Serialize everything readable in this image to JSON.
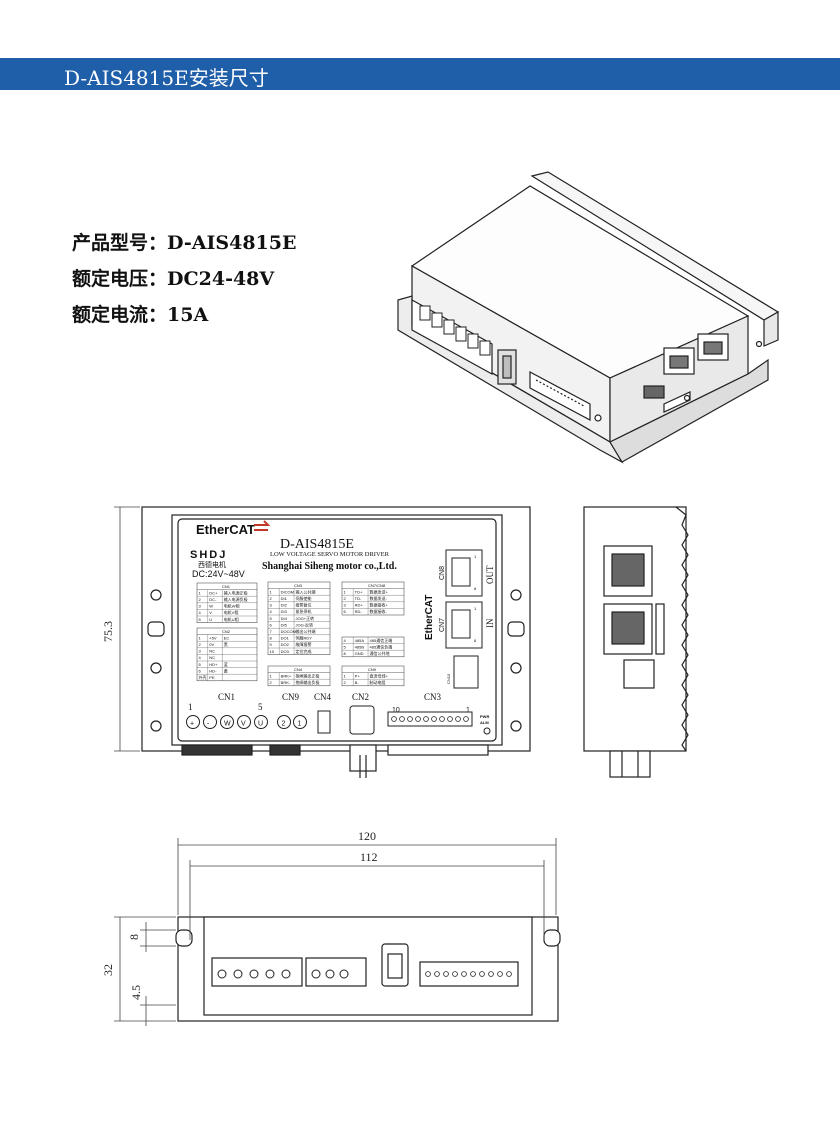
{
  "header": {
    "title": "D-AIS4815E安装尺寸"
  },
  "specs": [
    {
      "label": "产品型号",
      "value": "D-AIS4815E"
    },
    {
      "label": "额定电压",
      "value": "DC24-48V"
    },
    {
      "label": "额定电流",
      "value": "15A"
    }
  ],
  "front_panel": {
    "brand": "EtherCAT",
    "model": "D-AIS4815E",
    "logo": "SHDJ",
    "logo_cn": "西德电机",
    "voltage": "DC:24V~48V",
    "subtitle": "LOW VOLTAGE SERVO MOTOR DRIVER",
    "company": "Shanghai Siheng motor co.,Ltd.",
    "side_brand": "EtherCAT",
    "cn1_title": "CN1",
    "cn1_rows": [
      [
        "1",
        "DC+",
        "输入电源正极"
      ],
      [
        "2",
        "DC-",
        "输入电源负极"
      ],
      [
        "3",
        "W",
        "电机W相"
      ],
      [
        "4",
        "V",
        "电机V相"
      ],
      [
        "5",
        "U",
        "电机U相"
      ]
    ],
    "cn2_title": "CN2",
    "cn2_rows": [
      [
        "1",
        "+5V",
        "EC"
      ],
      [
        "2",
        "0V",
        "黑"
      ],
      [
        "3",
        "NC",
        ""
      ],
      [
        "4",
        "NC",
        ""
      ],
      [
        "5",
        "HD+",
        "蓝"
      ],
      [
        "6",
        "HD-",
        "黄"
      ],
      [
        "外壳",
        "PE",
        ""
      ]
    ],
    "cn3_title": "CN3",
    "cn3_rows": [
      [
        "1",
        "DICOM",
        "输入公共端"
      ],
      [
        "2",
        "DI1",
        "伺服使能"
      ],
      [
        "3",
        "DI2",
        "报警复位"
      ],
      [
        "4",
        "DI3",
        "紧急停机"
      ],
      [
        "5",
        "DI4",
        "JOG+正转"
      ],
      [
        "6",
        "DI5",
        "JOG-反转"
      ],
      [
        "7",
        "DOCOM",
        "输出公共端"
      ],
      [
        "8",
        "DO1",
        "伺服RDY"
      ],
      [
        "9",
        "DO2",
        "故障报警"
      ],
      [
        "10",
        "DO3",
        "定位完成"
      ]
    ],
    "cn4_title": "CN4",
    "cn4_rows": [
      [
        "1",
        "BRK+",
        "抱闸输出正极"
      ],
      [
        "2",
        "BRK-",
        "抱闸输出负极"
      ]
    ],
    "cn78_title": "CN7/CN8",
    "cn78_rows": [
      [
        "1",
        "TD+",
        "数据发送+"
      ],
      [
        "2",
        "TD-",
        "数据发送-"
      ],
      [
        "3",
        "RD+",
        "数据接收+"
      ],
      [
        "6",
        "RD-",
        "数据接收-"
      ]
    ],
    "rs485_rows": [
      [
        "4",
        "485A",
        "485通信正端"
      ],
      [
        "5",
        "485B",
        "485通信负端"
      ],
      [
        "8",
        "GND",
        "通信公共地"
      ]
    ],
    "cn9_title": "CN9",
    "cn9_rows": [
      [
        "1",
        "P+",
        "直流母线+"
      ],
      [
        "2",
        "B-",
        "制动电阻"
      ]
    ],
    "port_labels": {
      "cn8": "CN8",
      "cn7": "CN7",
      "out": "OUT",
      "in": "IN",
      "cn10": "CN10"
    },
    "bottom_labels": {
      "cn1": "CN1",
      "cn9": "CN9",
      "cn4": "CN4",
      "cn2": "CN2",
      "cn3": "CN3",
      "pin1": "1",
      "pin5": "5",
      "pin10": "10",
      "pin1b": "1",
      "pwr": "PWR",
      "alm": "ALM"
    },
    "terminal_marks": [
      "+",
      "-",
      "W",
      "V",
      "U"
    ],
    "cn9_marks": [
      "2",
      "1"
    ],
    "rj_pins": [
      "1",
      "8"
    ]
  },
  "dimensions": {
    "height_front": "75.3",
    "width_total": "120",
    "width_hole": "112",
    "h_8": "8",
    "h_32": "32",
    "h_45": "4.5"
  }
}
